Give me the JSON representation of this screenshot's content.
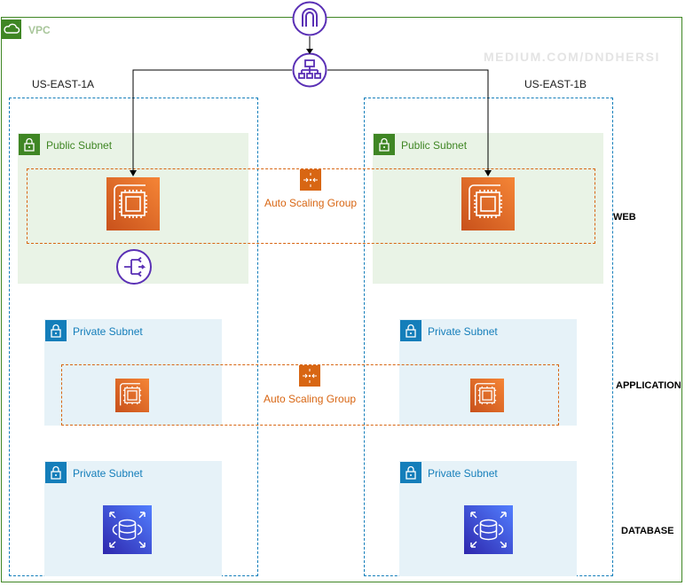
{
  "vpc": {
    "label": "VPC"
  },
  "watermark": "MEDIUM.COM/DNDHERSI",
  "zones": [
    {
      "name": "US-EAST-1A"
    },
    {
      "name": "US-EAST-1B"
    }
  ],
  "subnets": {
    "public": "Public Subnet",
    "private": "Private Subnet"
  },
  "asg": {
    "web": "Auto Scaling Group",
    "app": "Auto Scaling Group"
  },
  "tiers": {
    "web": "WEB",
    "application": "APPLICATION",
    "database": "DATABASE"
  },
  "icons": {
    "gateway": "internet-gateway-icon",
    "load_balancer": "load-balancer-icon",
    "nat": "nat-gateway-icon",
    "ec2": "ec2-instance-icon",
    "asg": "auto-scaling-icon",
    "rds": "rds-database-icon",
    "lock": "lock-icon",
    "cloud": "cloud-icon"
  },
  "colors": {
    "vpc": "#3f8624",
    "az_border": "#147eba",
    "public_subnet_bg": "#e9f3e6",
    "private_subnet_bg": "#e6f2f8",
    "ec2_orange": "#d86613",
    "network_purple": "#5a30b5",
    "rds_blue": "#3334b9"
  }
}
